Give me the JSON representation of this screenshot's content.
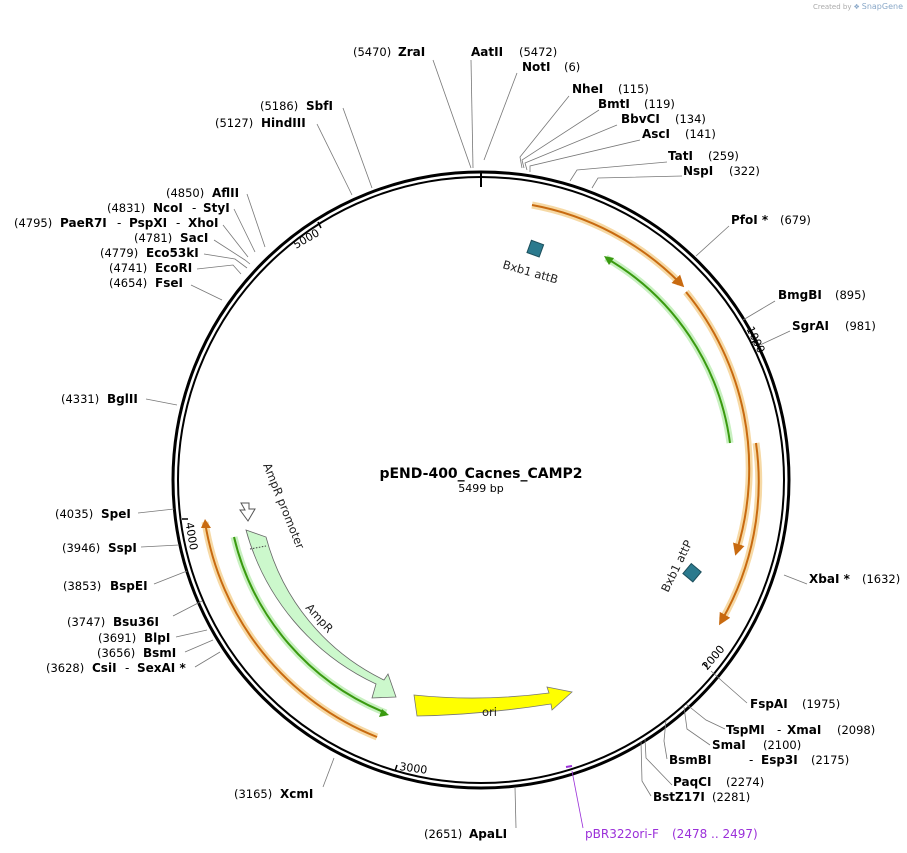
{
  "credit": {
    "prefix": "Created by",
    "brand": "SnapGene"
  },
  "plasmid": {
    "name": "pEND-400_Cacnes_CAMP2",
    "length_label": "5499 bp"
  },
  "ticks": [
    {
      "label": "1000"
    },
    {
      "label": "2000"
    },
    {
      "label": "3000"
    },
    {
      "label": "4000"
    },
    {
      "label": "5000"
    }
  ],
  "features": {
    "attb_label": "Bxb1 attB",
    "attp_label": "Bxb1 attP",
    "ampr_label": "AmpR",
    "ampr_promoter_label": "AmpR promoter",
    "ori_label": "ori",
    "attb_color": "#2b7a8e",
    "attp_color": "#2b7a8e",
    "ampr_color": "#ccf8cc",
    "ori_color": "#ffff00",
    "orange_color": "#e8a23a",
    "green_color": "#3a9a10",
    "primer_color": "#9b30d9"
  },
  "enzymes": [
    {
      "name": "ZraI",
      "pos": "(5470)"
    },
    {
      "name": "AatII",
      "pos": "(5472)"
    },
    {
      "name": "NotI",
      "pos": "(6)"
    },
    {
      "name": "NheI",
      "pos": "(115)"
    },
    {
      "name": "BmtI",
      "pos": "(119)"
    },
    {
      "name": "BbvCI",
      "pos": "(134)"
    },
    {
      "name": "AscI",
      "pos": "(141)"
    },
    {
      "name": "TatI",
      "pos": "(259)"
    },
    {
      "name": "NspI",
      "pos": "(322)"
    },
    {
      "name": "PfoI *",
      "pos": "(679)"
    },
    {
      "name": "BmgBI",
      "pos": "(895)"
    },
    {
      "name": "SgrAI",
      "pos": "(981)"
    },
    {
      "name": "XbaI *",
      "pos": "(1632)"
    },
    {
      "name": "FspAI",
      "pos": "(1975)"
    },
    {
      "name": "TspMI",
      "sep": "-",
      "name2": "XmaI",
      "pos": "(2098)"
    },
    {
      "name": "SmaI",
      "pos": "(2100)"
    },
    {
      "name": "BsmBI",
      "sep": "-",
      "name2": "Esp3I",
      "pos": "(2175)"
    },
    {
      "name": "PaqCI",
      "pos": "(2274)"
    },
    {
      "name": "BstZ17I",
      "pos": "(2281)"
    },
    {
      "name": "ApaLI",
      "pos": "(2651)"
    },
    {
      "name": "XcmI",
      "pos": "(3165)"
    },
    {
      "name": "CsiI",
      "sep": "-",
      "name2": "SexAI *",
      "pos": "(3628)"
    },
    {
      "name": "BsmI",
      "pos": "(3656)"
    },
    {
      "name": "BlpI",
      "pos": "(3691)"
    },
    {
      "name": "Bsu36I",
      "pos": "(3747)"
    },
    {
      "name": "BspEI",
      "pos": "(3853)"
    },
    {
      "name": "SspI",
      "pos": "(3946)"
    },
    {
      "name": "SpeI",
      "pos": "(4035)"
    },
    {
      "name": "BglII",
      "pos": "(4331)"
    },
    {
      "name": "FseI",
      "pos": "(4654)"
    },
    {
      "name": "EcoRI",
      "pos": "(4741)"
    },
    {
      "name": "Eco53kI",
      "pos": "(4779)"
    },
    {
      "name": "SacI",
      "pos": "(4781)"
    },
    {
      "name": "PaeR7I",
      "sep": "-",
      "name2": "PspXI",
      "sep2": "-",
      "name3": "XhoI",
      "pos": "(4795)"
    },
    {
      "name": "NcoI",
      "sep": "-",
      "name2": "StyI",
      "pos": "(4831)"
    },
    {
      "name": "AflII",
      "pos": "(4850)"
    },
    {
      "name": "HindIII",
      "pos": "(5127)"
    },
    {
      "name": "SbfI",
      "pos": "(5186)"
    }
  ],
  "primer": {
    "name": "pBR322ori-F",
    "range": "(2478 .. 2497)"
  }
}
